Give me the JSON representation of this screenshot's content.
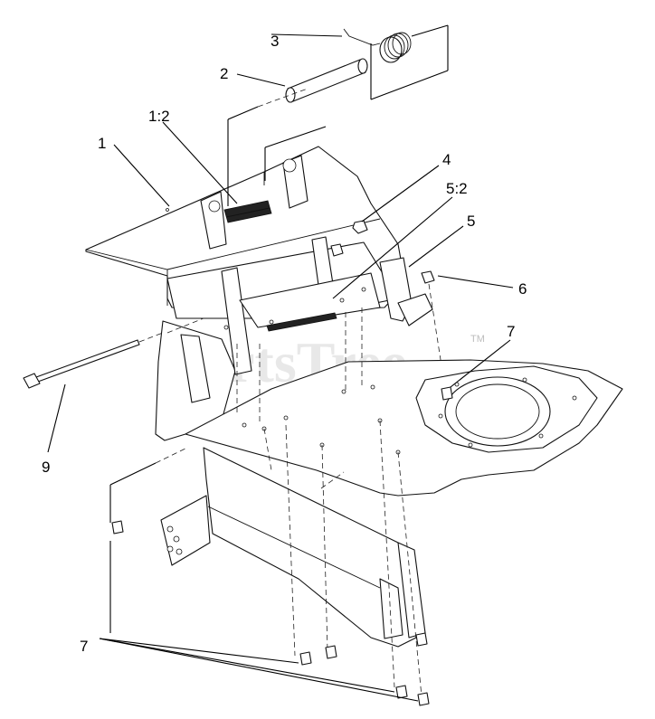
{
  "diagram": {
    "callouts": {
      "c1": "1",
      "c1_2": "1:2",
      "c2": "2",
      "c3": "3",
      "c4": "4",
      "c5_2": "5:2",
      "c5": "5",
      "c6": "6",
      "c7_right": "7",
      "c7_left": "7",
      "c9": "9"
    },
    "watermark": {
      "text": "PartsTree",
      "tm": "TM"
    }
  }
}
